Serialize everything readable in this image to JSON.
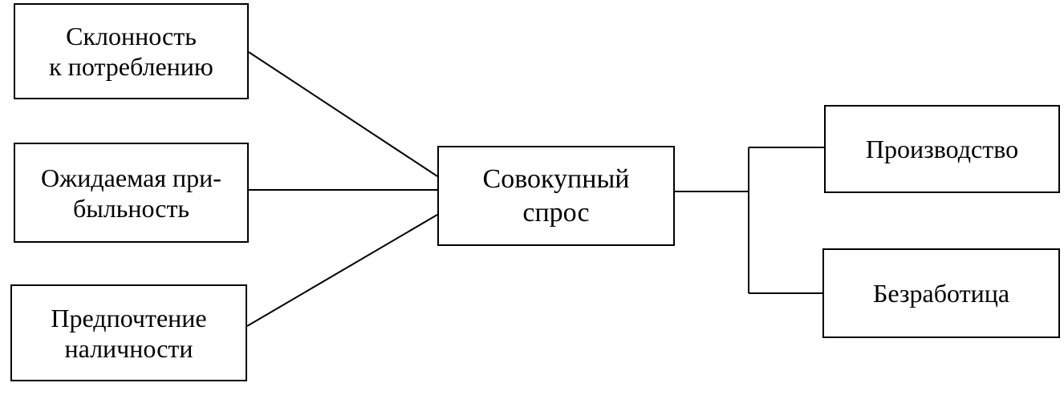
{
  "diagram": {
    "inputs": [
      {
        "id": "propensity",
        "label": "Склонность\nк потреблению"
      },
      {
        "id": "profit",
        "label": "Ожидаемая при-\nбыльность"
      },
      {
        "id": "liquidity",
        "label": "Предпочтение\nналичности"
      }
    ],
    "center": {
      "id": "demand",
      "label": "Совокупный\nспрос"
    },
    "outputs": [
      {
        "id": "production",
        "label": "Производство"
      },
      {
        "id": "unemployment",
        "label": "Безработица"
      }
    ],
    "edges": [
      {
        "from": "propensity",
        "to": "demand"
      },
      {
        "from": "profit",
        "to": "demand"
      },
      {
        "from": "liquidity",
        "to": "demand"
      },
      {
        "from": "demand",
        "to": "production"
      },
      {
        "from": "demand",
        "to": "unemployment"
      }
    ]
  }
}
